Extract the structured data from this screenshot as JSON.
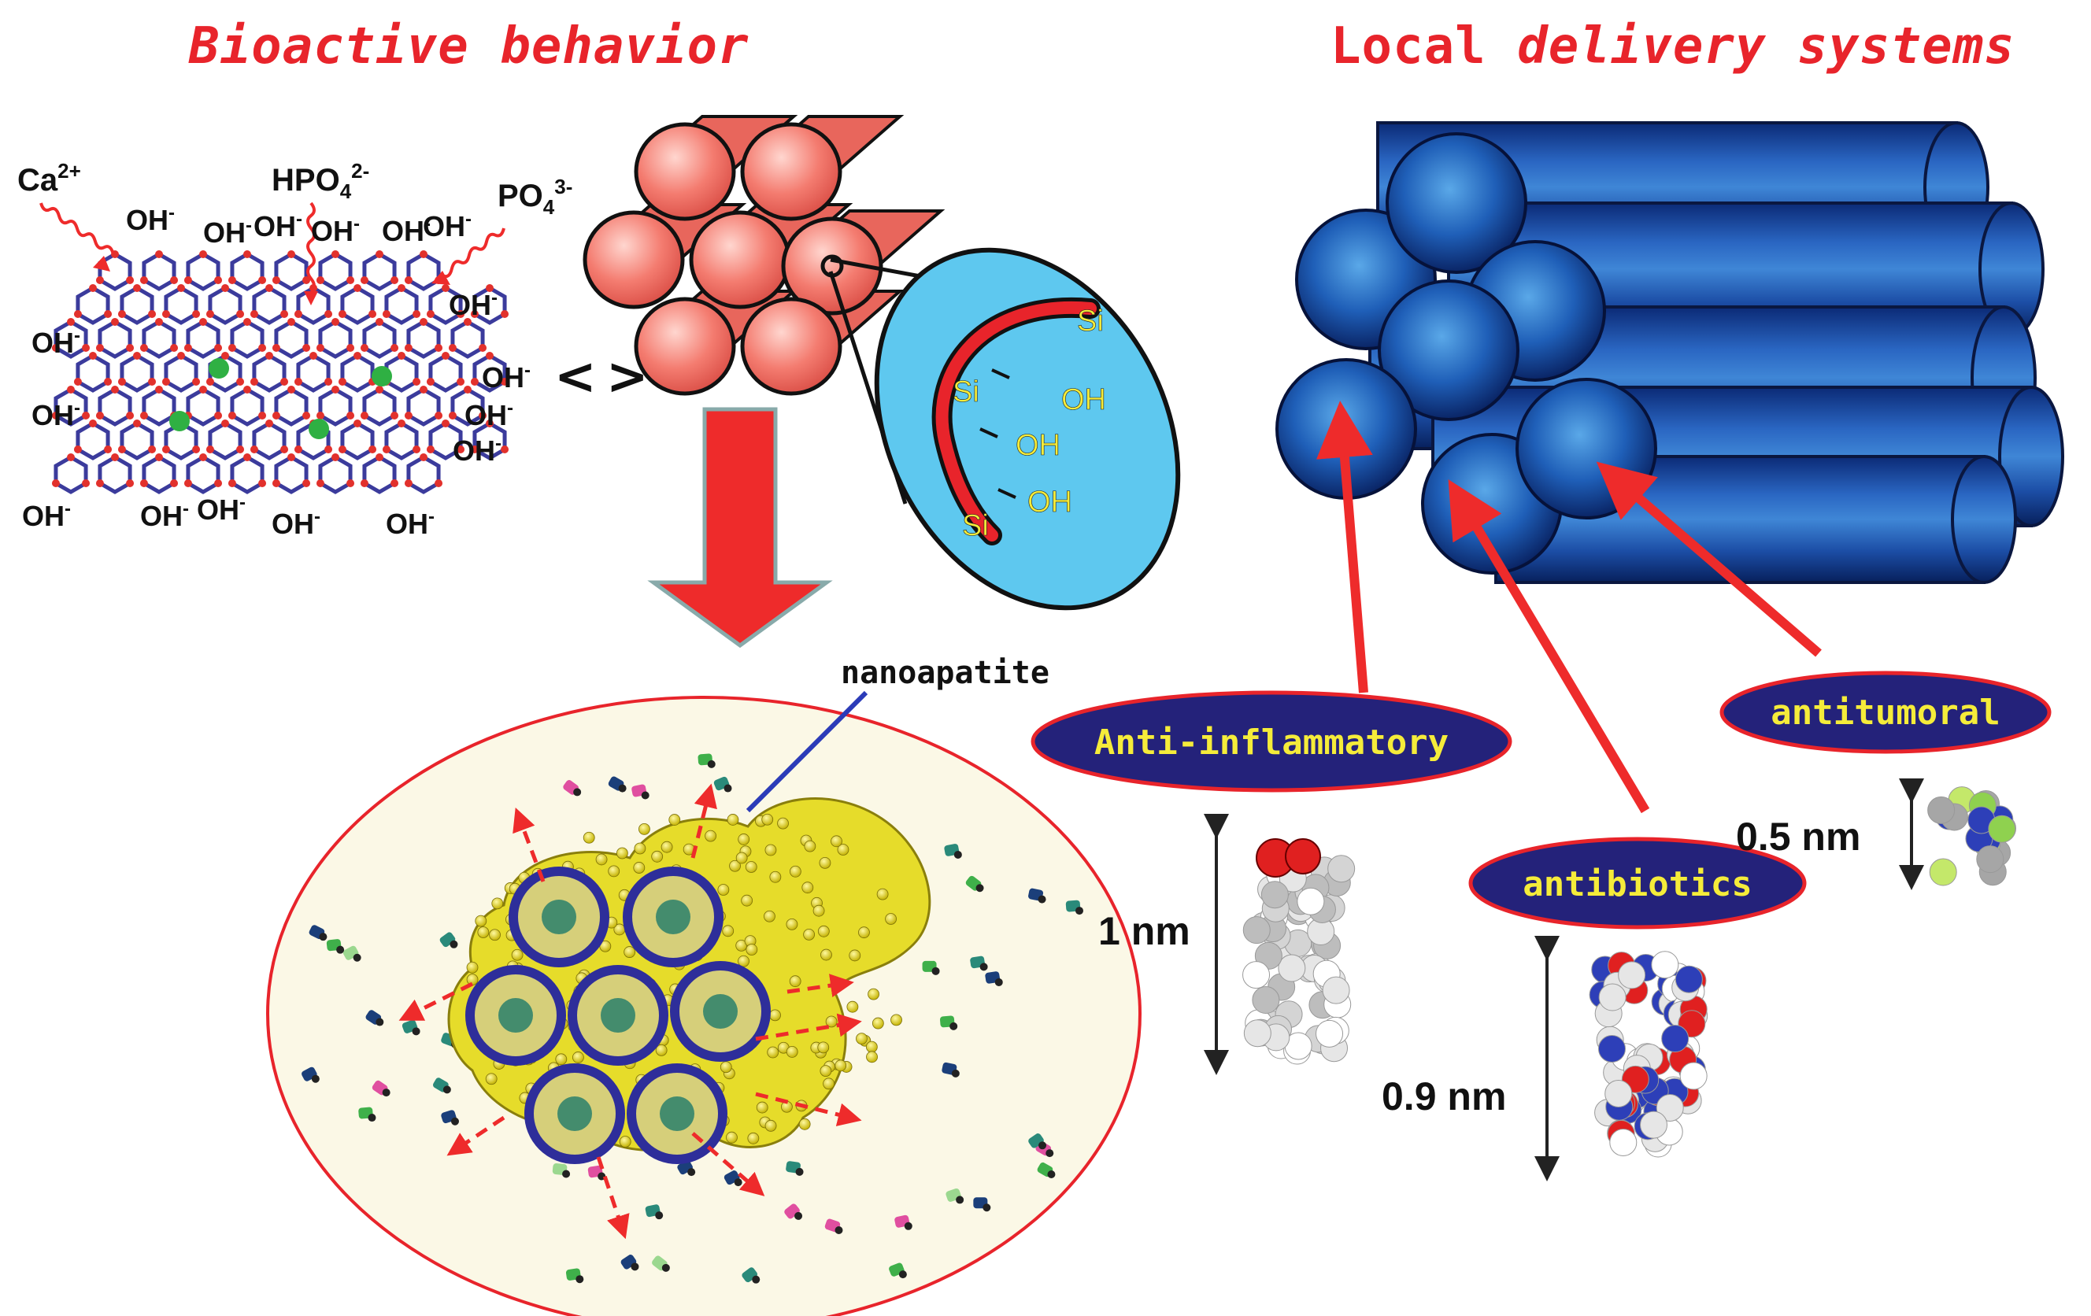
{
  "titles": {
    "bioactive": "Bioactive behavior",
    "local_plain": "Local ",
    "local_italic": "delivery systems"
  },
  "ions": {
    "ca": "Ca",
    "ca_sup": "2+",
    "hpo4_a": "HPO",
    "hpo4_sub": "4",
    "hpo4_sup": "2-",
    "po4_a": "PO",
    "po4_sub": "4",
    "po4_sup": "3-"
  },
  "hydroxyl": "OH",
  "hydroxyl_sup": "-",
  "silanol": {
    "si": "Si",
    "oh": "OH"
  },
  "arrows_symbol": {
    "left": "<",
    "right": ">"
  },
  "nanoapatite_label": "nanoapatite",
  "drugs": {
    "anti_inflammatory": "Anti-inflammatory",
    "antibiotics": "antibiotics",
    "antitumoral": "antitumoral"
  },
  "sizes": {
    "anti_inflammatory": "1 nm",
    "antibiotics": "0.9 nm",
    "antitumoral": "0.5 nm"
  },
  "colors": {
    "title_red": "#e8242b",
    "arrow_red": "#ee2b2b",
    "lattice_blue": "#3b3b9c",
    "lattice_red_node": "#e2312c",
    "lattice_green_ion": "#2fb043",
    "pore_salmon": "#f47c70",
    "silica_wall_cyan": "#5ec8ef",
    "channel_blue_dark": "#0d2b7a",
    "channel_blue_light": "#3a7fd0",
    "label_bg_navy": "#24227a",
    "label_text_yellow": "#f5ec3a",
    "nano_yellow": "#e6dc2a",
    "circle_bg": "#fbf8e6"
  }
}
